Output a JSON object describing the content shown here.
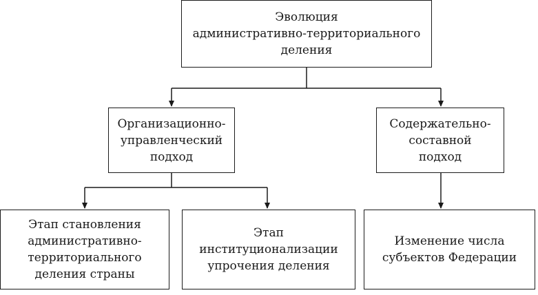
{
  "diagram": {
    "root": {
      "lines": [
        "Эволюция",
        "административно-территориального",
        "деления"
      ]
    },
    "left": {
      "lines": [
        "Организационно-",
        "управленческий",
        "подход"
      ]
    },
    "right": {
      "lines": [
        "Содержательно-",
        "составной",
        "подход"
      ]
    },
    "leaf1": {
      "lines": [
        "Этап становления",
        "административно-",
        "территориального",
        "деления страны"
      ]
    },
    "leaf2": {
      "lines": [
        "Этап",
        "институционализации",
        "упрочения деления"
      ]
    },
    "leaf3": {
      "lines": [
        "Изменение числа",
        "субъектов Федерации"
      ]
    }
  }
}
